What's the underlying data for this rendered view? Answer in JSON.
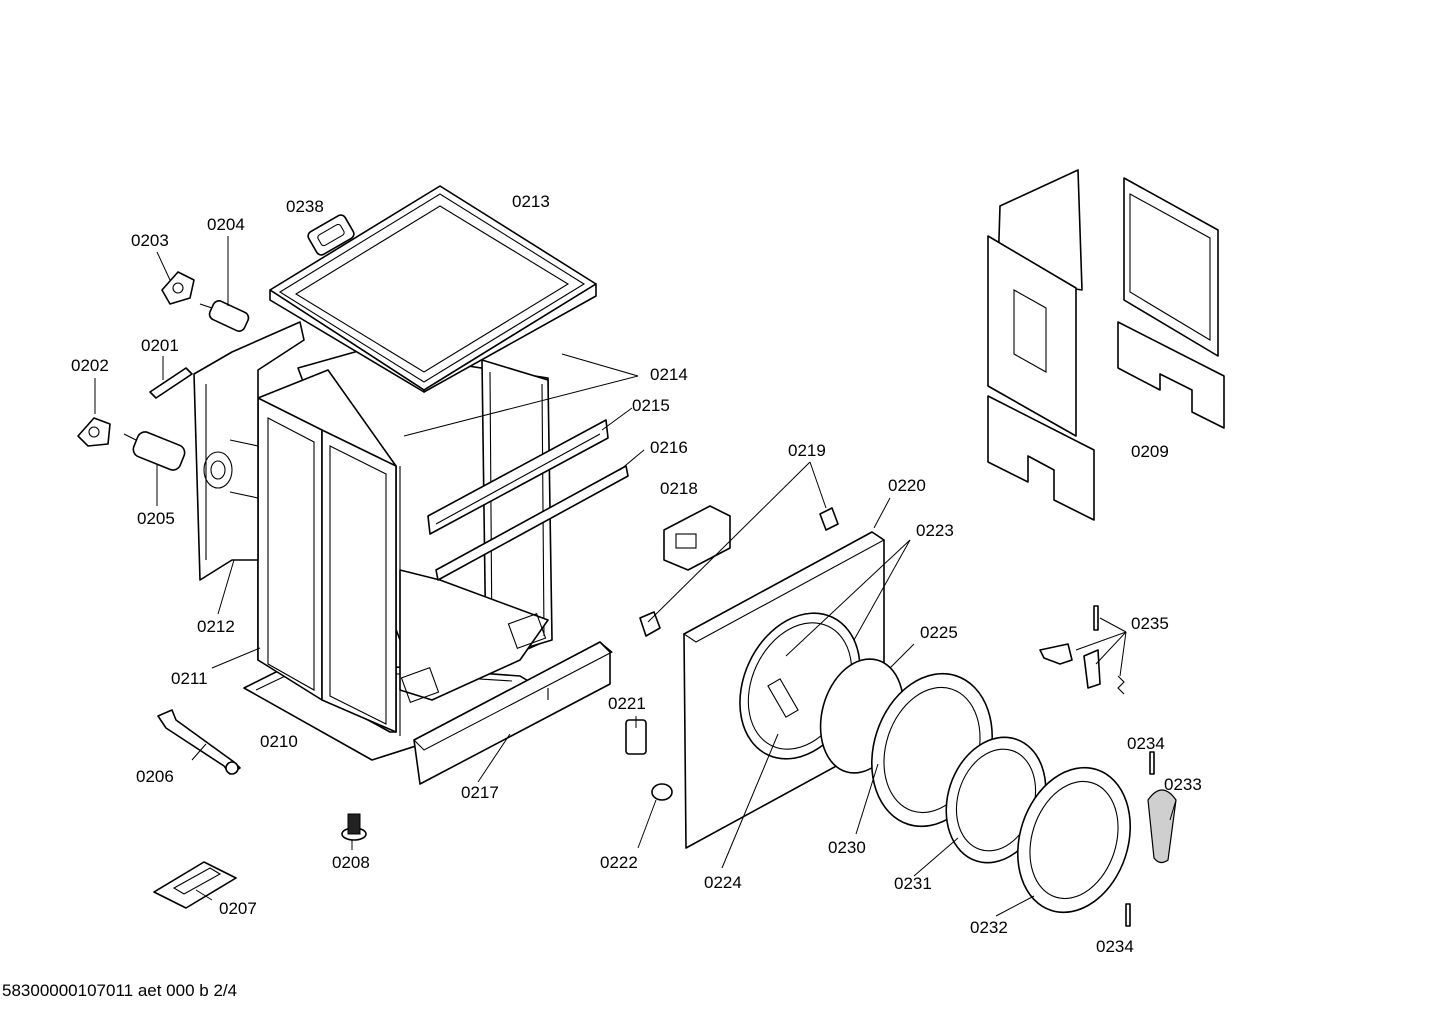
{
  "parts": [
    {
      "id": "0201",
      "label": "0201"
    },
    {
      "id": "0202",
      "label": "0202"
    },
    {
      "id": "0203",
      "label": "0203"
    },
    {
      "id": "0204",
      "label": "0204"
    },
    {
      "id": "0205",
      "label": "0205"
    },
    {
      "id": "0206",
      "label": "0206"
    },
    {
      "id": "0207",
      "label": "0207"
    },
    {
      "id": "0208",
      "label": "0208"
    },
    {
      "id": "0209",
      "label": "0209"
    },
    {
      "id": "0210",
      "label": "0210"
    },
    {
      "id": "0211",
      "label": "0211"
    },
    {
      "id": "0212",
      "label": "0212"
    },
    {
      "id": "0213",
      "label": "0213"
    },
    {
      "id": "0214",
      "label": "0214"
    },
    {
      "id": "0215",
      "label": "0215"
    },
    {
      "id": "0216",
      "label": "0216"
    },
    {
      "id": "0217",
      "label": "0217"
    },
    {
      "id": "0218",
      "label": "0218"
    },
    {
      "id": "0219",
      "label": "0219"
    },
    {
      "id": "0220",
      "label": "0220"
    },
    {
      "id": "0221",
      "label": "0221"
    },
    {
      "id": "0222",
      "label": "0222"
    },
    {
      "id": "0223",
      "label": "0223"
    },
    {
      "id": "0224",
      "label": "0224"
    },
    {
      "id": "0225",
      "label": "0225"
    },
    {
      "id": "0230",
      "label": "0230"
    },
    {
      "id": "0231",
      "label": "0231"
    },
    {
      "id": "0232",
      "label": "0232"
    },
    {
      "id": "0233",
      "label": "0233"
    },
    {
      "id": "0234a",
      "label": "0234"
    },
    {
      "id": "0234b",
      "label": "0234"
    },
    {
      "id": "0235",
      "label": "0235"
    },
    {
      "id": "0238",
      "label": "0238"
    }
  ],
  "footer": {
    "doc_code": "58300000107011 aet 000 b 2/4"
  }
}
